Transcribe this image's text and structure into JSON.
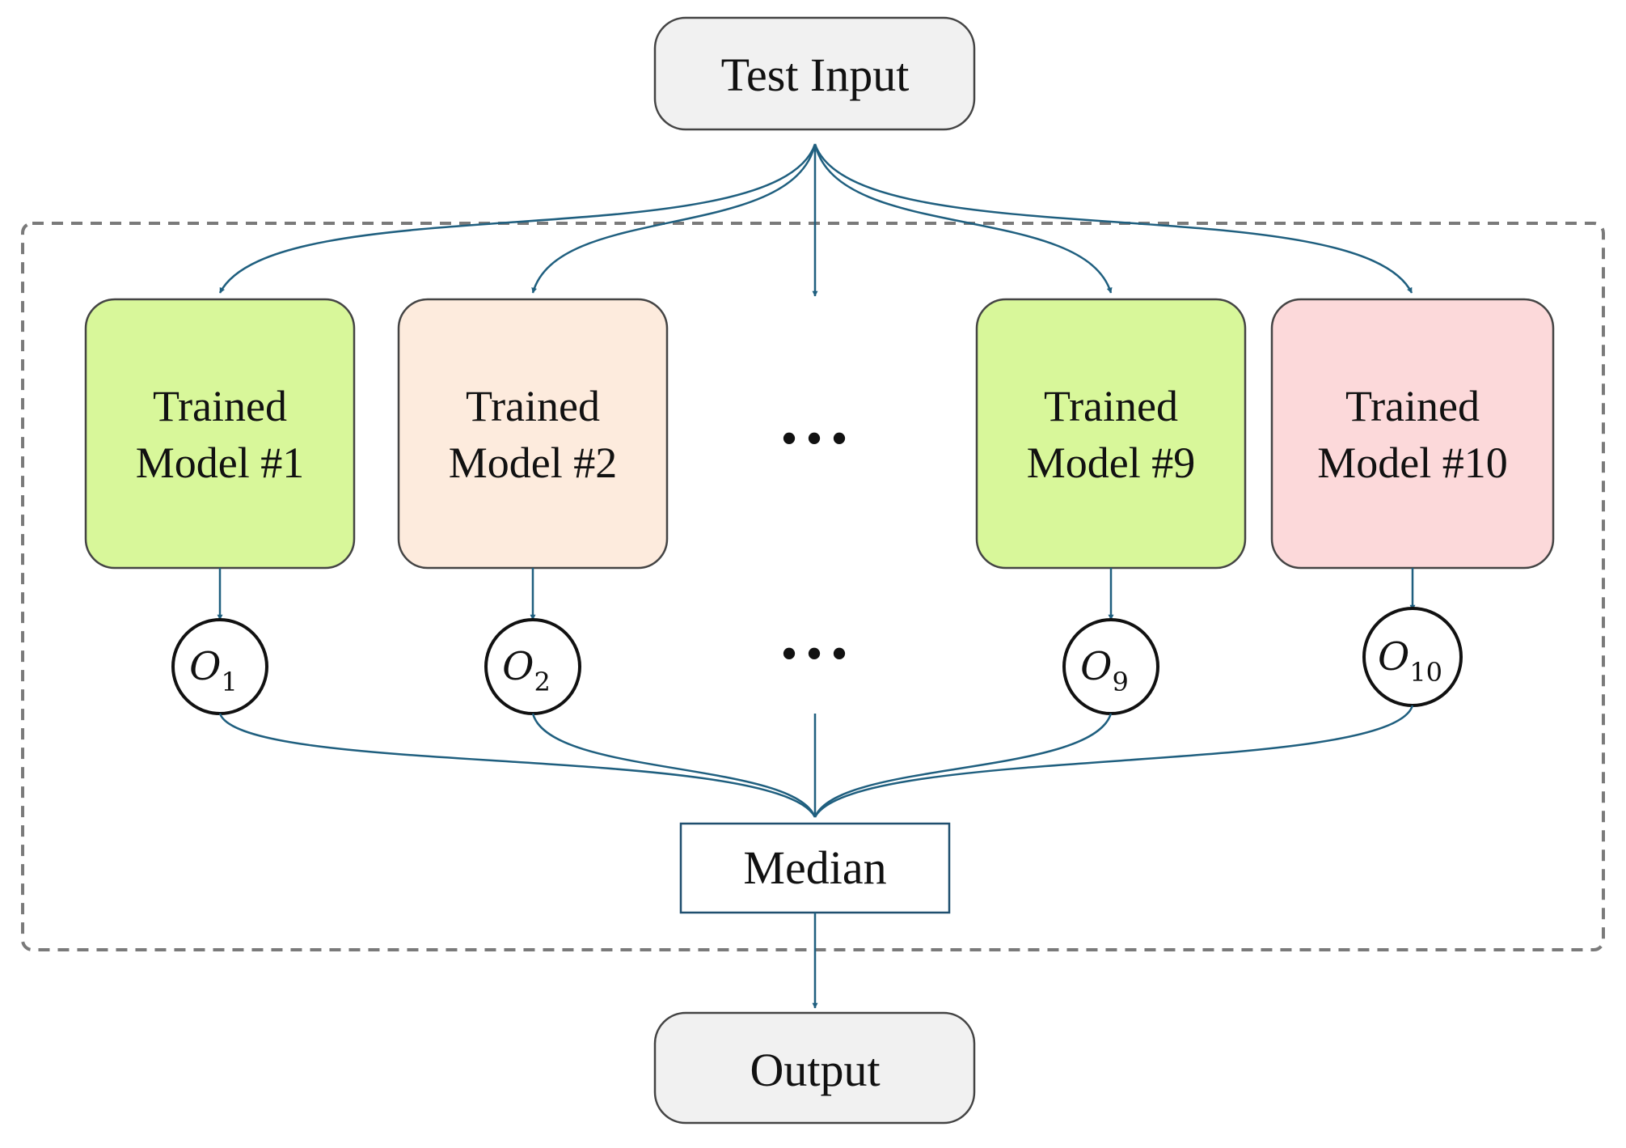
{
  "colors": {
    "arrow": "#1f5f7f",
    "terminal_fill": "#f1f1f1",
    "model_green": "#d8f79a",
    "model_peach": "#fdebdd",
    "model_pink": "#fcd9da",
    "dashed_border": "#7a7a7a"
  },
  "test_input": {
    "label": "Test Input"
  },
  "output": {
    "label": "Output"
  },
  "median": {
    "label": "Median"
  },
  "ellipsis": {
    "models": "•••",
    "outputs": "•••"
  },
  "models": [
    {
      "line1": "Trained",
      "line2": "Model #1",
      "color": "#d8f79a",
      "output_main": "O",
      "output_sub": "1"
    },
    {
      "line1": "Trained",
      "line2": "Model #2",
      "color": "#fdebdd",
      "output_main": "O",
      "output_sub": "2"
    },
    {
      "line1": "Trained",
      "line2": "Model #9",
      "color": "#d8f79a",
      "output_main": "O",
      "output_sub": "9"
    },
    {
      "line1": "Trained",
      "line2": "Model #10",
      "color": "#fcd9da",
      "output_main": "O",
      "output_sub": "10"
    }
  ]
}
